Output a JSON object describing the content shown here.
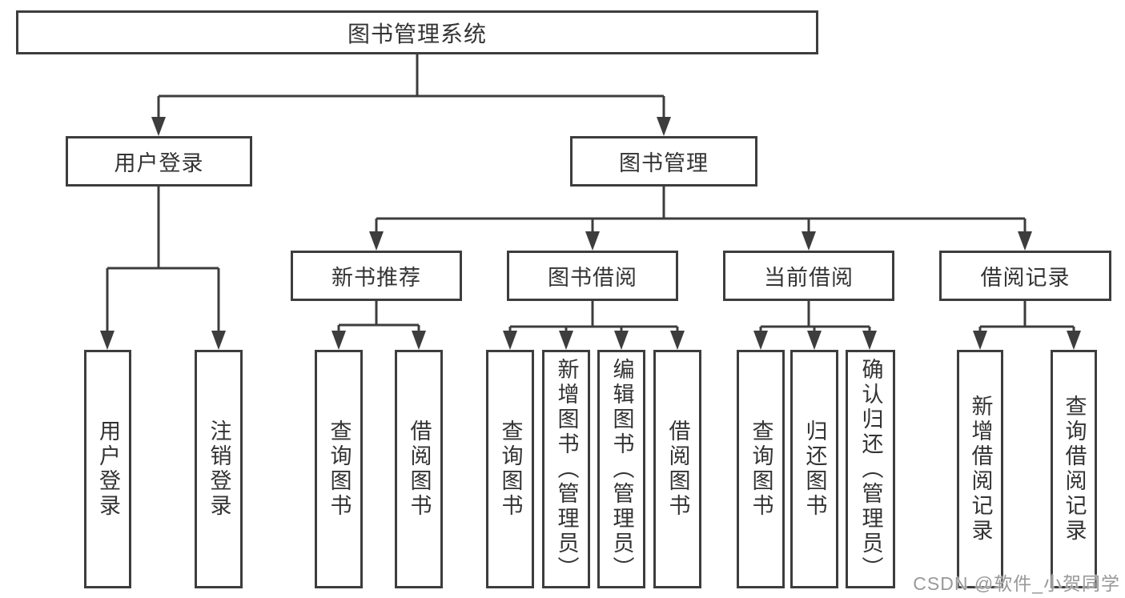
{
  "diagram": {
    "root": {
      "label": "图书管理系统"
    },
    "level1": [
      {
        "label": "用户登录"
      },
      {
        "label": "图书管理"
      }
    ],
    "level2": [
      {
        "label": "新书推荐"
      },
      {
        "label": "图书借阅"
      },
      {
        "label": "当前借阅"
      },
      {
        "label": "借阅记录"
      }
    ],
    "level3_groups": [
      {
        "parent": "用户登录",
        "children": [
          "用户登录",
          "注销登录"
        ]
      },
      {
        "parent": "新书推荐",
        "children": [
          "查询图书",
          "借阅图书"
        ]
      },
      {
        "parent": "图书借阅",
        "children": [
          "查询图书",
          "新增图书（管理员）",
          "编辑图书（管理员）",
          "借阅图书"
        ]
      },
      {
        "parent": "当前借阅",
        "children": [
          "查询图书",
          "归还图书",
          "确认归还（管理员）"
        ]
      },
      {
        "parent": "借阅记录",
        "children": [
          "新增借阅记录",
          "查询借阅记录"
        ]
      }
    ]
  },
  "watermark": {
    "text": "CSDN @软件_小贺同学"
  },
  "colors": {
    "line": "#3d3d3d",
    "text": "#333333",
    "box_background": "#ffffff",
    "watermark": "#999999"
  }
}
